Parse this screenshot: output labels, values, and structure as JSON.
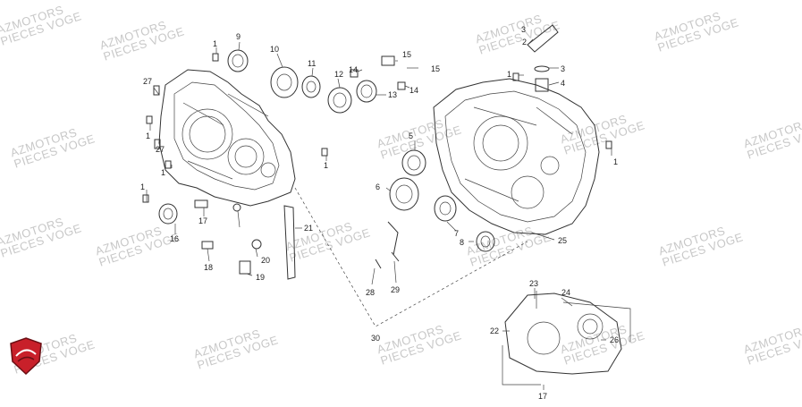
{
  "watermark": {
    "line1": "AZMOTORS",
    "line2": "PIECES VOGE"
  },
  "colors": {
    "logo_red": "#c8202a",
    "logo_dark": "#6a0f14",
    "watermark": "#c8c8c8",
    "line": "#333333"
  },
  "logo_icon": "brand-shield-icon",
  "labels": {
    "p1a": "1",
    "p1b": "1",
    "p1c": "1",
    "p1d": "1",
    "p1e": "1",
    "p1f": "1",
    "p1g": "1",
    "p2": "2",
    "p3a": "3",
    "p3b": "3",
    "p4": "4",
    "p5": "5",
    "p6": "6",
    "p7": "7",
    "p8": "8",
    "p9": "9",
    "p10": "10",
    "p11": "11",
    "p12": "12",
    "p13": "13",
    "p14a": "14",
    "p14b": "14",
    "p15a": "15",
    "p15b": "15",
    "p16": "16",
    "p17a": "17",
    "p17b": "17",
    "p18": "18",
    "p19": "19",
    "p20": "20",
    "p21": "21",
    "p22": "22",
    "p23": "23",
    "p24": "24",
    "p25": "25",
    "p26": "26",
    "p27a": "27",
    "p27b": "27",
    "p28": "28",
    "p29": "29",
    "p30": "30"
  }
}
